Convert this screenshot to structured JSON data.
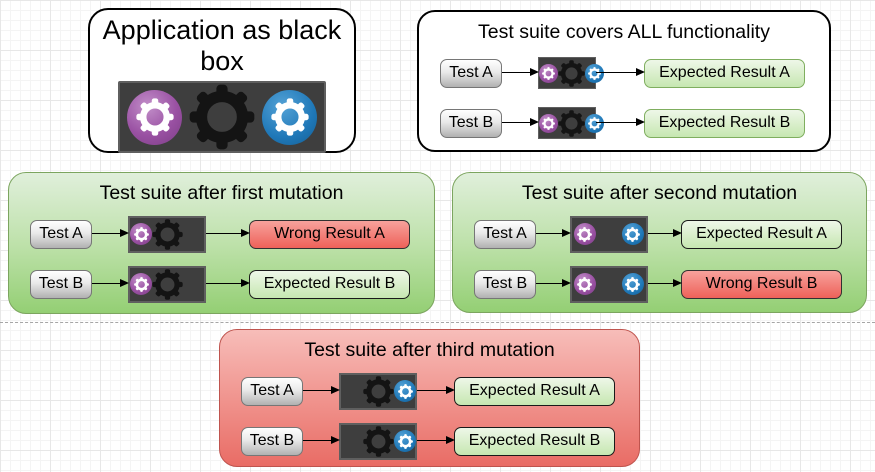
{
  "app_box": {
    "title": "Application as black box",
    "gears": [
      "purple",
      "black",
      "blue"
    ]
  },
  "suite_all": {
    "title": "Test suite covers ALL functionality",
    "rows": [
      {
        "test": "Test A",
        "gears": [
          "purple",
          "black",
          "blue"
        ],
        "result": "Expected Result A",
        "result_type": "expected"
      },
      {
        "test": "Test B",
        "gears": [
          "purple",
          "black",
          "blue"
        ],
        "result": "Expected Result B",
        "result_type": "expected"
      }
    ]
  },
  "mutation_first": {
    "title": "Test suite after first mutation",
    "rows": [
      {
        "test": "Test A",
        "gears": [
          "purple",
          "black",
          null
        ],
        "result": "Wrong Result A",
        "result_type": "wrong"
      },
      {
        "test": "Test B",
        "gears": [
          "purple",
          "black",
          null
        ],
        "result": "Expected Result B",
        "result_type": "expected"
      }
    ]
  },
  "mutation_second": {
    "title": "Test suite after second mutation",
    "rows": [
      {
        "test": "Test A",
        "gears": [
          "purple",
          null,
          "blue"
        ],
        "result": "Expected Result A",
        "result_type": "expected"
      },
      {
        "test": "Test B",
        "gears": [
          "purple",
          null,
          "blue"
        ],
        "result": "Wrong Result B",
        "result_type": "wrong"
      }
    ]
  },
  "mutation_third": {
    "title": "Test suite after third mutation",
    "rows": [
      {
        "test": "Test A",
        "gears": [
          null,
          "black",
          "blue"
        ],
        "result": "Expected Result A",
        "result_type": "expected"
      },
      {
        "test": "Test B",
        "gears": [
          null,
          "black",
          "blue"
        ],
        "result": "Expected Result B",
        "result_type": "expected"
      }
    ]
  },
  "colors": {
    "purple_gear": "#9a51a3",
    "black_gear": "#141414",
    "blue_gear": "#1f78b8",
    "gear_box_fill": "#3e3e3e",
    "panel_green_top": "#e0efdb",
    "panel_green_bottom": "#94cf74",
    "panel_red_top": "#f7bdb9",
    "panel_red_bottom": "#e96c65",
    "result_expected_fill": "#c6e7b1",
    "result_wrong_fill": "#ee6159",
    "test_node_fill": "#b1b1b1"
  }
}
